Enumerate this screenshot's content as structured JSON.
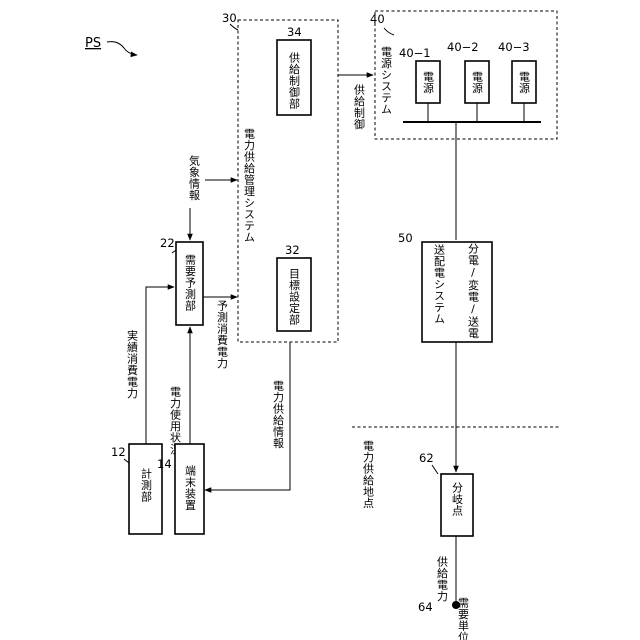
{
  "title": "PS",
  "systems": {
    "mgmt": {
      "ref": "30",
      "label": "電力供給管理システム"
    },
    "supply_ctrl": {
      "ref": "34",
      "label": "供給制御部"
    },
    "target": {
      "ref": "32",
      "label": "目標設定部"
    },
    "power_sys": {
      "ref": "40",
      "label": "電源システム"
    },
    "ps1": {
      "ref": "40−1",
      "label": "電源"
    },
    "ps2": {
      "ref": "40−2",
      "label": "電源"
    },
    "ps3": {
      "ref": "40−3",
      "label": "電源"
    },
    "forecast": {
      "ref": "22",
      "label": "需要予測部"
    },
    "meter": {
      "ref": "12",
      "label": "計測部"
    },
    "terminal": {
      "ref": "14",
      "label": "端末装置"
    },
    "grid": {
      "ref": "50",
      "label": "送配電システム",
      "sublabel": "分電/変電/送電"
    },
    "branch": {
      "ref": "62",
      "label": "分岐点"
    },
    "demand": {
      "ref": "64",
      "label": "需要単位"
    }
  },
  "flows": {
    "weather": "気象情報",
    "forecast_power": "予測消費電力",
    "actual_power": "実績消費電力",
    "usage": "電力使用状況",
    "supply_info": "電力供給情報",
    "supply_control": "供給制御",
    "supply_point": "電力供給地点",
    "supply_power": "供給電力"
  }
}
